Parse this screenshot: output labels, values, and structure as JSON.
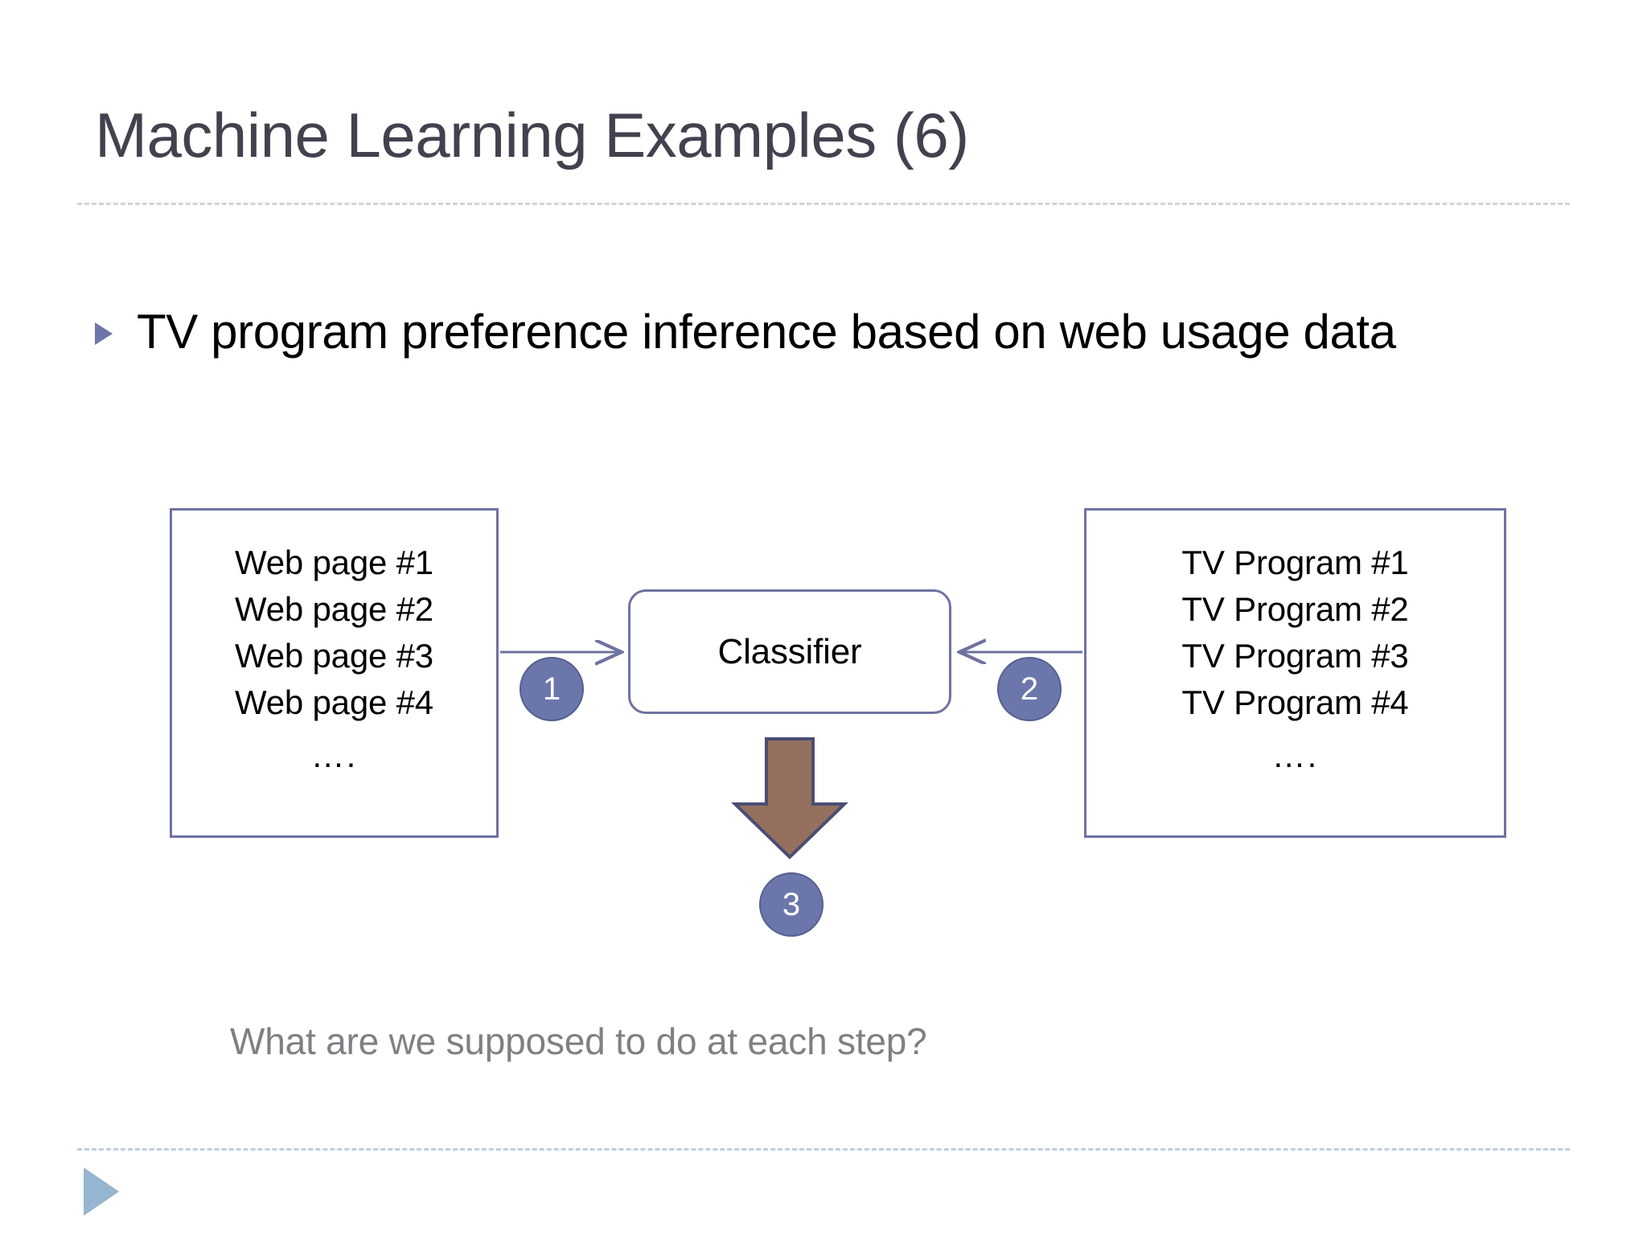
{
  "slide": {
    "title": "Machine Learning Examples (6)",
    "bullet": {
      "marker": "triangle-bullet-icon",
      "text": "TV program preference inference based on web usage data"
    },
    "caption": "What are we supposed to do at each step?"
  },
  "diagram": {
    "left_box": {
      "name": "web-pages-box",
      "lines": [
        "Web page #1",
        "Web page #2",
        "Web page #3",
        "Web page #4"
      ],
      "ellipsis": "…."
    },
    "right_box": {
      "name": "tv-programs-box",
      "lines": [
        "TV Program #1",
        "TV Program #2",
        "TV Program #3",
        "TV Program #4"
      ],
      "ellipsis": "…."
    },
    "classifier": {
      "label": "Classifier"
    },
    "badges": [
      {
        "id": "step-1",
        "label": "1"
      },
      {
        "id": "step-2",
        "label": "2"
      },
      {
        "id": "step-3",
        "label": "3"
      }
    ],
    "arrows": [
      {
        "name": "left-to-classifier-arrow",
        "direction": "right"
      },
      {
        "name": "right-to-classifier-arrow",
        "direction": "left"
      },
      {
        "name": "classifier-output-arrow",
        "direction": "down"
      }
    ]
  },
  "colors": {
    "title_text": "#41424E",
    "box_border": "#6F72A0",
    "badge_fill": "#6B76AB",
    "badge_text": "#FFFFFF",
    "bullet_marker": "#6E75A8",
    "output_arrow_fill": "#95705E",
    "output_arrow_stroke": "#4A4E73",
    "caption_text": "#7E8084",
    "title_rule": "#D2D3D6",
    "footer_rule": "#BFD0E0",
    "footer_marker": "#96B5CE",
    "background": "#FFFFFF"
  }
}
